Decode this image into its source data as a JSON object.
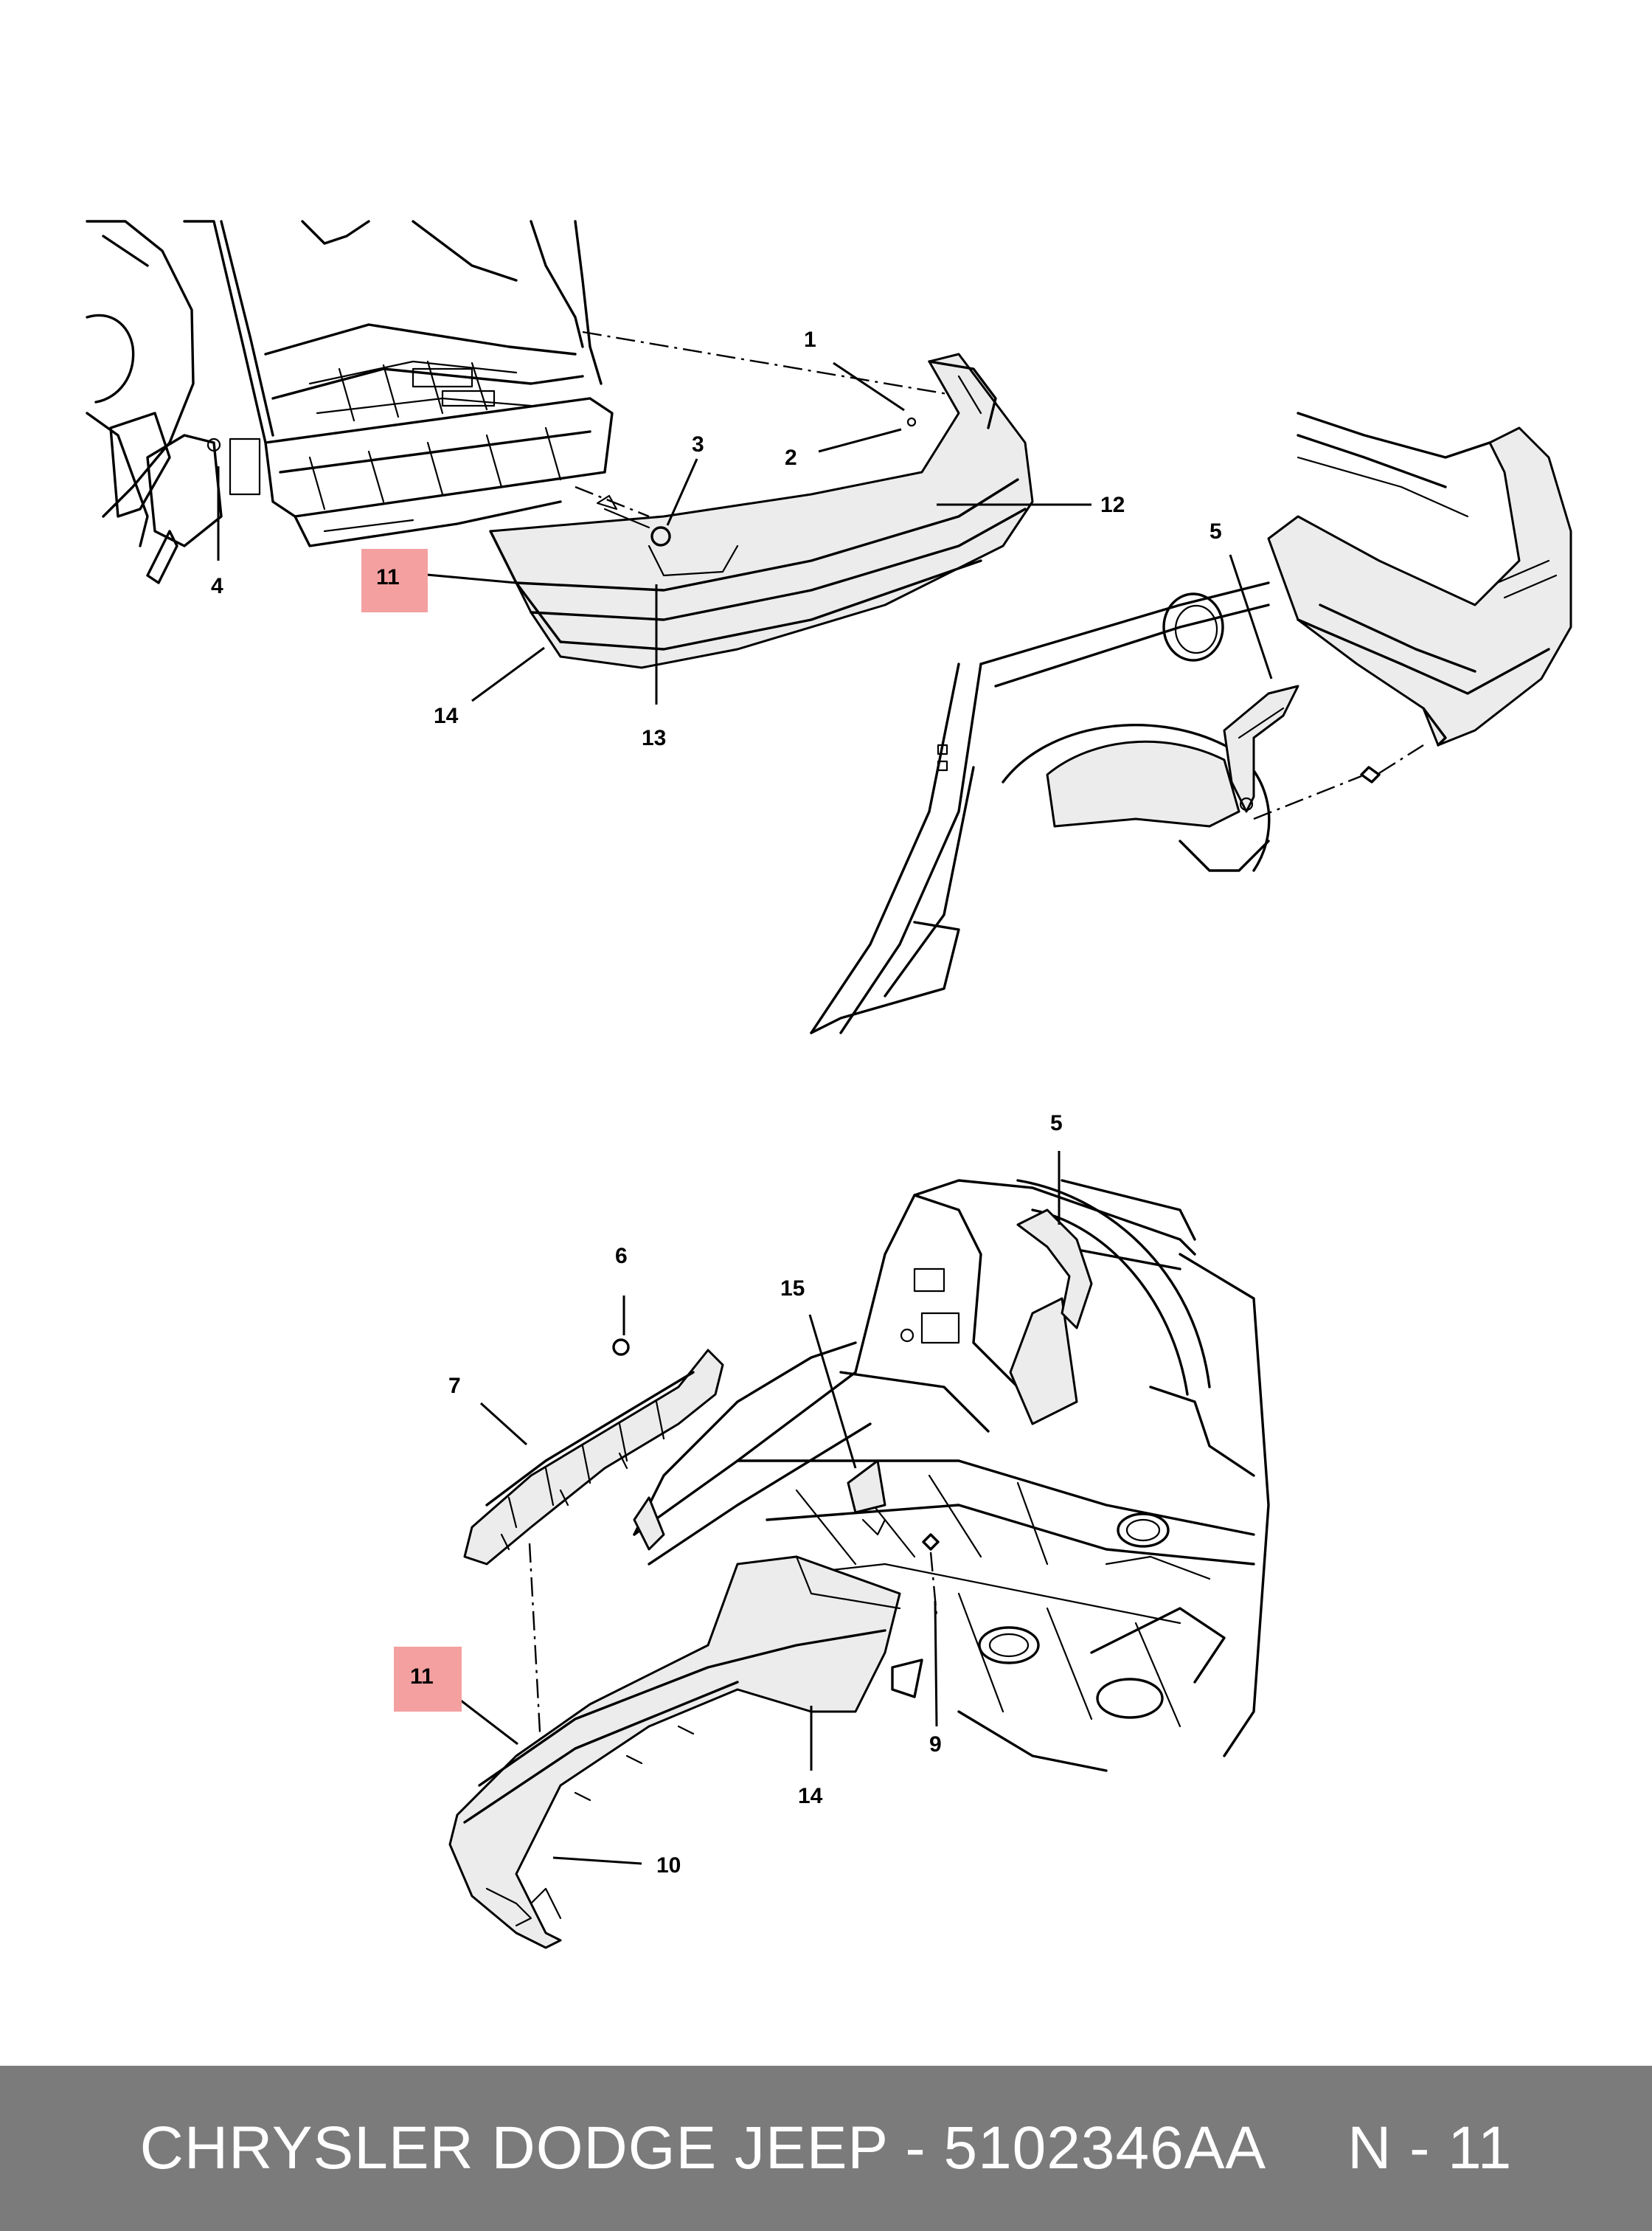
{
  "callouts": {
    "c1": "1",
    "c2": "2",
    "c3": "3",
    "c4": "4",
    "c5_top": "5",
    "c5_bottom": "5",
    "c6": "6",
    "c7": "7",
    "c9": "9",
    "c10": "10",
    "c11_top": "11",
    "c11_bottom": "11",
    "c12": "12",
    "c13": "13",
    "c14_top": "14",
    "c14_bottom": "14",
    "c15": "15"
  },
  "highlight_color": "#f4a0a0",
  "footer": {
    "brand_part": "CHRYSLER DODGE JEEP - 5102346AA",
    "page_ref": "N - 11",
    "background": "#7b7b7b"
  }
}
